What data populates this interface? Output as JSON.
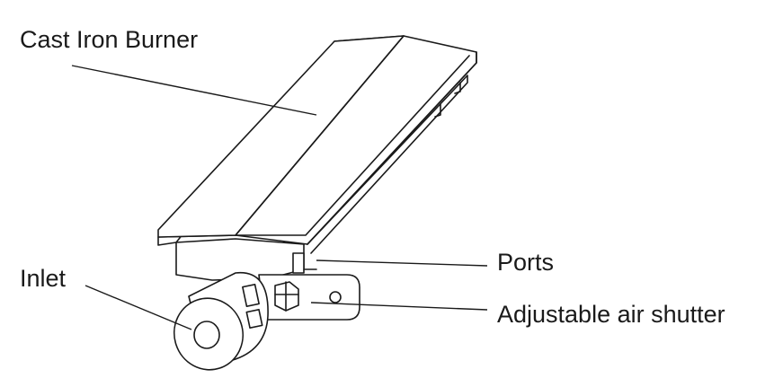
{
  "labels": {
    "burner": "Cast Iron Burner",
    "inlet": "Inlet",
    "ports": "Ports",
    "shutter": "Adjustable air shutter"
  }
}
